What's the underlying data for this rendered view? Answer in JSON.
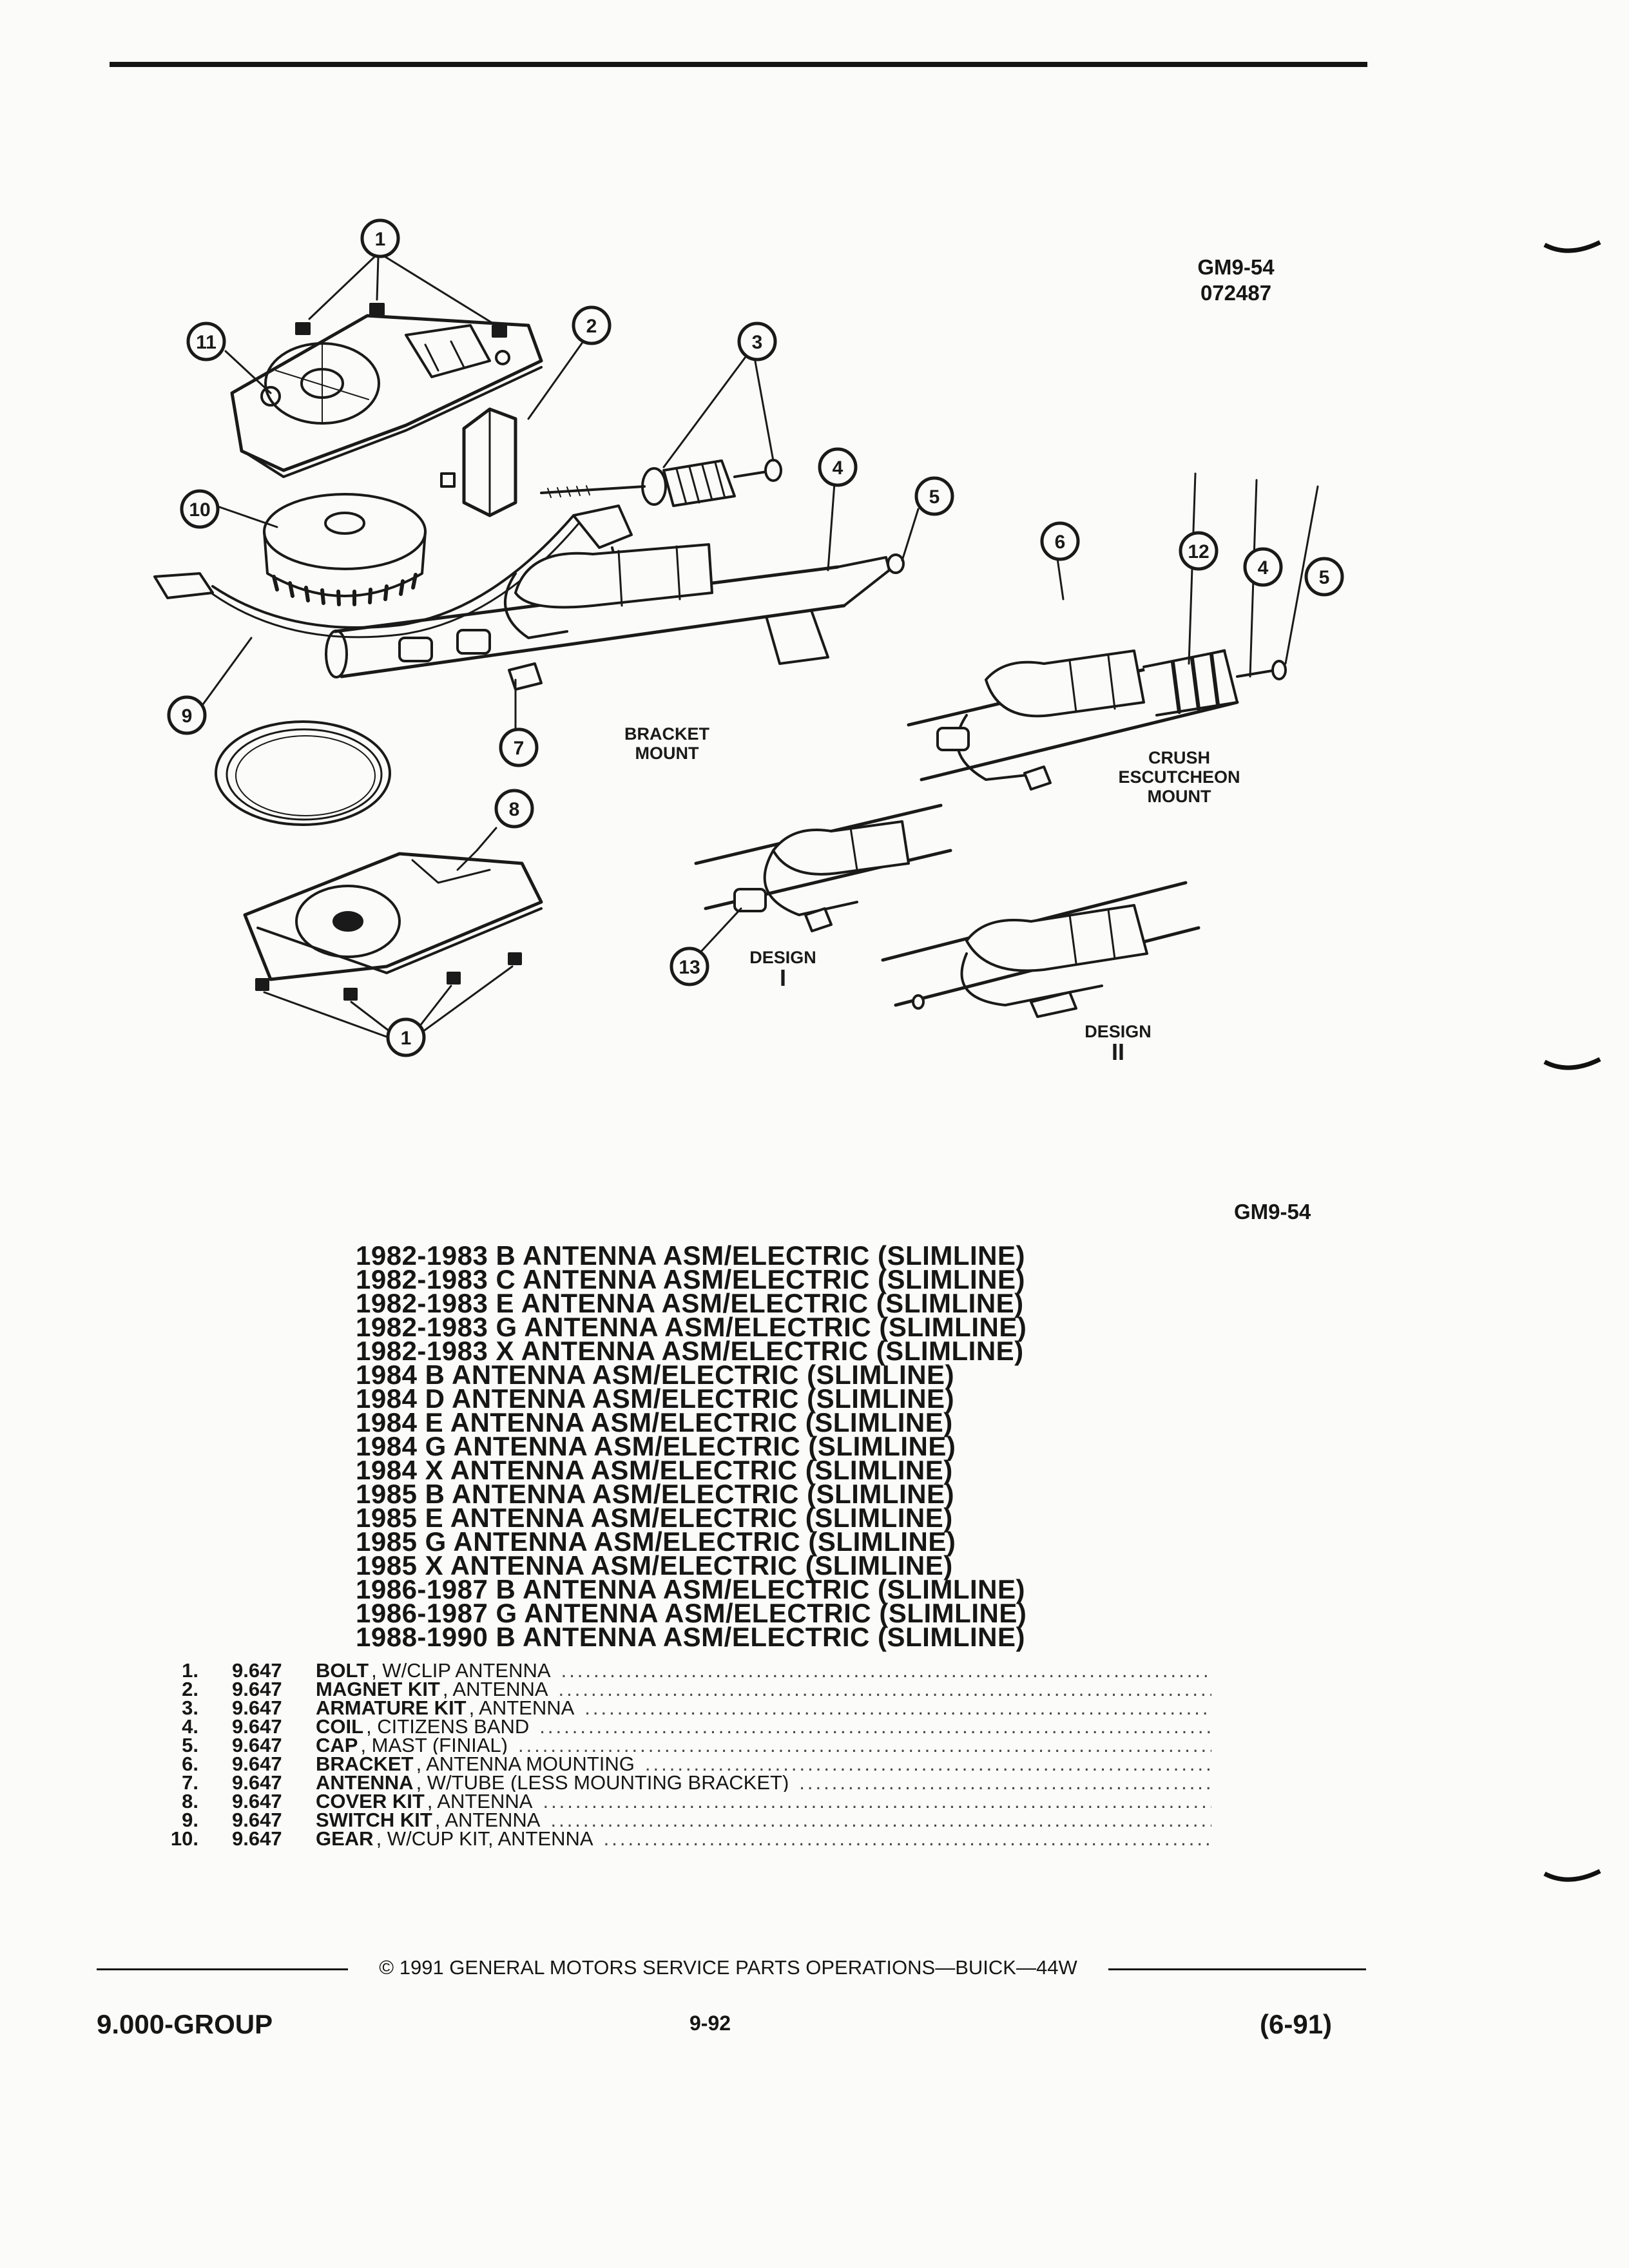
{
  "figure": {
    "figure_id": "GM9-54",
    "figure_date": "072487",
    "callouts": [
      "1",
      "2",
      "3",
      "4",
      "5",
      "6",
      "7",
      "8",
      "9",
      "10",
      "11",
      "12",
      "13"
    ],
    "labels": {
      "bracket_mount": [
        "BRACKET",
        "MOUNT"
      ],
      "crush_escutcheon_mount": [
        "CRUSH",
        "ESCUTCHEON",
        "MOUNT"
      ],
      "design_1": [
        "DESIGN",
        "I"
      ],
      "design_2": [
        "DESIGN",
        "II"
      ]
    }
  },
  "figure_ref_right": "GM9-54",
  "applicability": [
    "1982-1983 B ANTENNA ASM/ELECTRIC (SLIMLINE)",
    "1982-1983 C ANTENNA ASM/ELECTRIC (SLIMLINE)",
    "1982-1983 E ANTENNA ASM/ELECTRIC (SLIMLINE)",
    "1982-1983 G ANTENNA ASM/ELECTRIC (SLIMLINE)",
    "1982-1983 X ANTENNA ASM/ELECTRIC (SLIMLINE)",
    "1984 B ANTENNA ASM/ELECTRIC (SLIMLINE)",
    "1984 D ANTENNA ASM/ELECTRIC (SLIMLINE)",
    "1984 E ANTENNA ASM/ELECTRIC (SLIMLINE)",
    "1984 G ANTENNA ASM/ELECTRIC (SLIMLINE)",
    "1984 X ANTENNA ASM/ELECTRIC (SLIMLINE)",
    "1985 B ANTENNA ASM/ELECTRIC (SLIMLINE)",
    "1985 E ANTENNA ASM/ELECTRIC (SLIMLINE)",
    "1985 G ANTENNA ASM/ELECTRIC (SLIMLINE)",
    "1985 X ANTENNA ASM/ELECTRIC (SLIMLINE)",
    "1986-1987 B ANTENNA ASM/ELECTRIC (SLIMLINE)",
    "1986-1987 G ANTENNA ASM/ELECTRIC (SLIMLINE)",
    "1988-1990 B ANTENNA ASM/ELECTRIC (SLIMLINE)"
  ],
  "parts": [
    {
      "no": "1.",
      "group": "9.647",
      "name": "BOLT",
      "qualifier": ", W/CLIP ANTENNA"
    },
    {
      "no": "2.",
      "group": "9.647",
      "name": "MAGNET KIT",
      "qualifier": ", ANTENNA"
    },
    {
      "no": "3.",
      "group": "9.647",
      "name": "ARMATURE KIT",
      "qualifier": ", ANTENNA"
    },
    {
      "no": "4.",
      "group": "9.647",
      "name": "COIL",
      "qualifier": ", CITIZENS BAND"
    },
    {
      "no": "5.",
      "group": "9.647",
      "name": "CAP",
      "qualifier": ", MAST (FINIAL)"
    },
    {
      "no": "6.",
      "group": "9.647",
      "name": "BRACKET",
      "qualifier": ", ANTENNA MOUNTING"
    },
    {
      "no": "7.",
      "group": "9.647",
      "name": "ANTENNA",
      "qualifier": ", W/TUBE (LESS MOUNTING BRACKET)"
    },
    {
      "no": "8.",
      "group": "9.647",
      "name": "COVER KIT",
      "qualifier": ", ANTENNA"
    },
    {
      "no": "9.",
      "group": "9.647",
      "name": "SWITCH KIT",
      "qualifier": ", ANTENNA"
    },
    {
      "no": "10.",
      "group": "9.647",
      "name": "GEAR",
      "qualifier": ", W/CUP KIT, ANTENNA"
    }
  ],
  "footer": {
    "group": "9.000-GROUP",
    "copyright": "© 1991 GENERAL MOTORS SERVICE PARTS OPERATIONS—BUICK—44W",
    "page": "9-92",
    "date": "(6-91)"
  }
}
